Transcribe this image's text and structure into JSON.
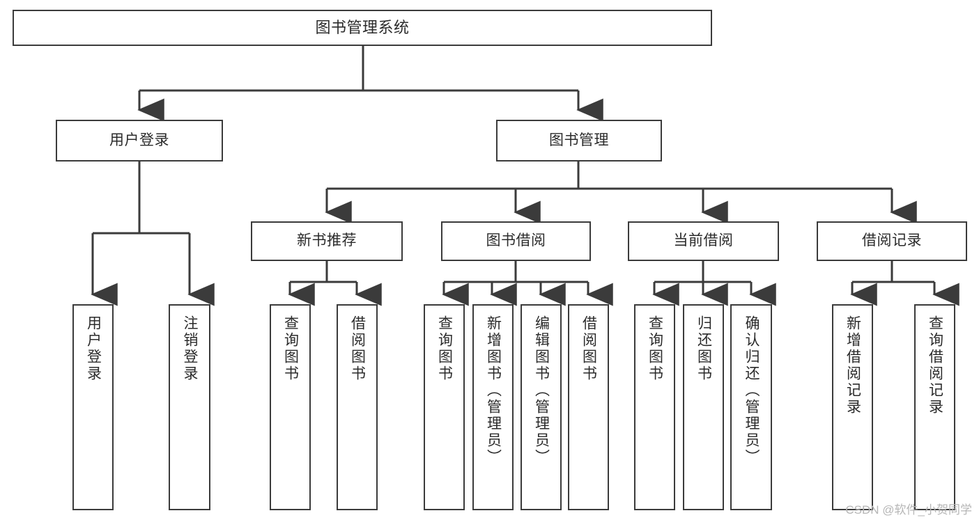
{
  "diagram": {
    "title": "图书管理系统",
    "type": "tree-structure-chart",
    "root": {
      "label": "图书管理系统"
    },
    "level2": [
      {
        "id": "user-login",
        "label": "用户登录"
      },
      {
        "id": "book-manage",
        "label": "图书管理"
      }
    ],
    "level3": [
      {
        "id": "new-book-recommend",
        "label": "新书推荐"
      },
      {
        "id": "book-borrow",
        "label": "图书借阅"
      },
      {
        "id": "current-borrow",
        "label": "当前借阅"
      },
      {
        "id": "borrow-record",
        "label": "借阅记录"
      }
    ],
    "leaves": {
      "user_login": [
        {
          "id": "leaf-user-login",
          "label": "用户登录"
        },
        {
          "id": "leaf-logout-login",
          "label": "注销登录"
        }
      ],
      "new_book_recommend": [
        {
          "id": "leaf-query-book-1",
          "label": "查询图书"
        },
        {
          "id": "leaf-borrow-book-1",
          "label": "借阅图书"
        }
      ],
      "book_borrow": [
        {
          "id": "leaf-query-book-2",
          "label": "查询图书"
        },
        {
          "id": "leaf-add-book",
          "label": "新增图书（管理员）"
        },
        {
          "id": "leaf-edit-book",
          "label": "编辑图书（管理员）"
        },
        {
          "id": "leaf-borrow-book-2",
          "label": "借阅图书"
        }
      ],
      "current_borrow": [
        {
          "id": "leaf-query-book-3",
          "label": "查询图书"
        },
        {
          "id": "leaf-return-book",
          "label": "归还图书"
        },
        {
          "id": "leaf-confirm-return",
          "label": "确认归还（管理员）"
        }
      ],
      "borrow_record": [
        {
          "id": "leaf-add-record",
          "label": "新增借阅记录"
        },
        {
          "id": "leaf-query-record",
          "label": "查询借阅记录"
        }
      ]
    }
  },
  "watermark": {
    "text": "CSDN @软件_小贺同学"
  },
  "colors": {
    "border": "#3b3b3b",
    "text": "#2b2b2b",
    "background": "#ffffff",
    "watermark": "#b6b6b6"
  }
}
